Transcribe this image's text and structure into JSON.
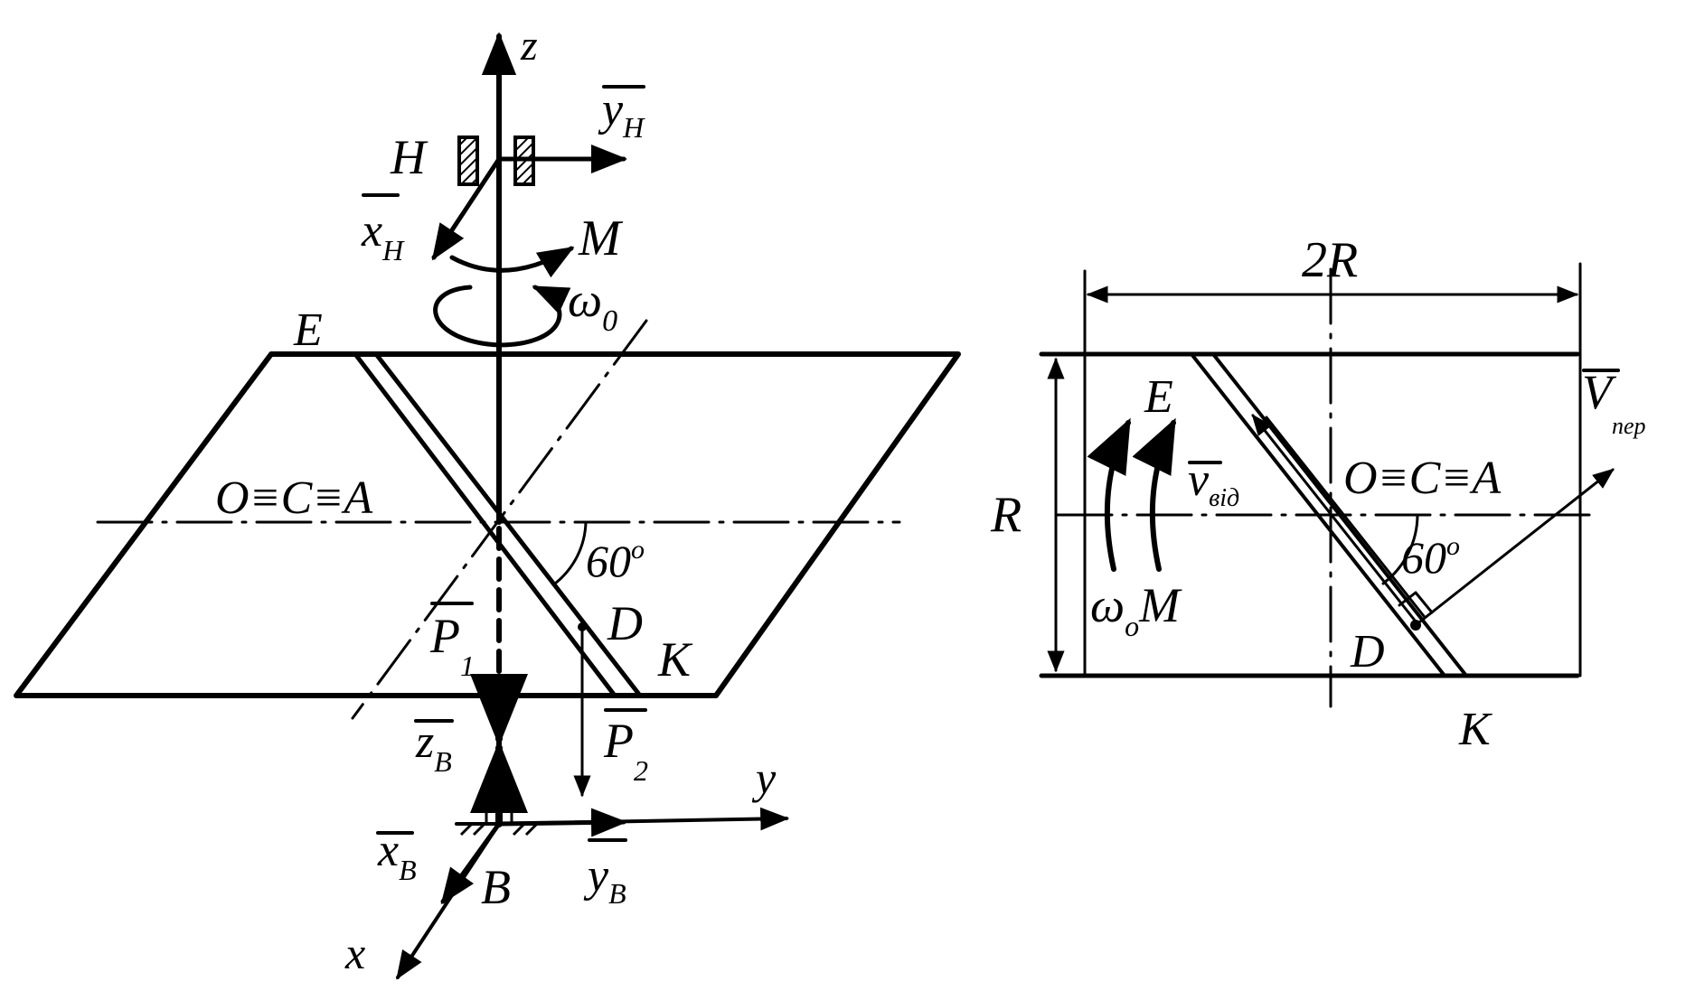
{
  "left_view": {
    "axes": {
      "z": "z",
      "y": "y",
      "x": "x"
    },
    "points": {
      "H": "H",
      "B": "B",
      "E": "E",
      "D": "D",
      "K": "K",
      "OCA": "O≡C≡A"
    },
    "moment": "M",
    "omega": {
      "base": "ω",
      "sub": "0"
    },
    "angle": {
      "value": "60",
      "deg": "o"
    },
    "forces": {
      "yH": {
        "base": "y",
        "sub": "H"
      },
      "xH": {
        "base": "x",
        "sub": "H"
      },
      "zB": {
        "base": "z",
        "sub": "B"
      },
      "xB": {
        "base": "x",
        "sub": "B"
      },
      "yB": {
        "base": "y",
        "sub": "B"
      },
      "P1": {
        "base": "P",
        "sub": "1"
      },
      "P2": {
        "base": "P",
        "sub": "2"
      }
    }
  },
  "right_view": {
    "dim_width": "2R",
    "dim_height": "R",
    "points": {
      "E": "E",
      "D": "D",
      "K": "K",
      "OCA": "O≡C≡A"
    },
    "angle": {
      "value": "60",
      "deg": "o"
    },
    "omega": {
      "base": "ω",
      "sub": "o"
    },
    "moment": "M",
    "v_rel": {
      "base": "v",
      "sub": "від"
    },
    "v_tr": {
      "base": "V",
      "sub": "пер"
    }
  }
}
